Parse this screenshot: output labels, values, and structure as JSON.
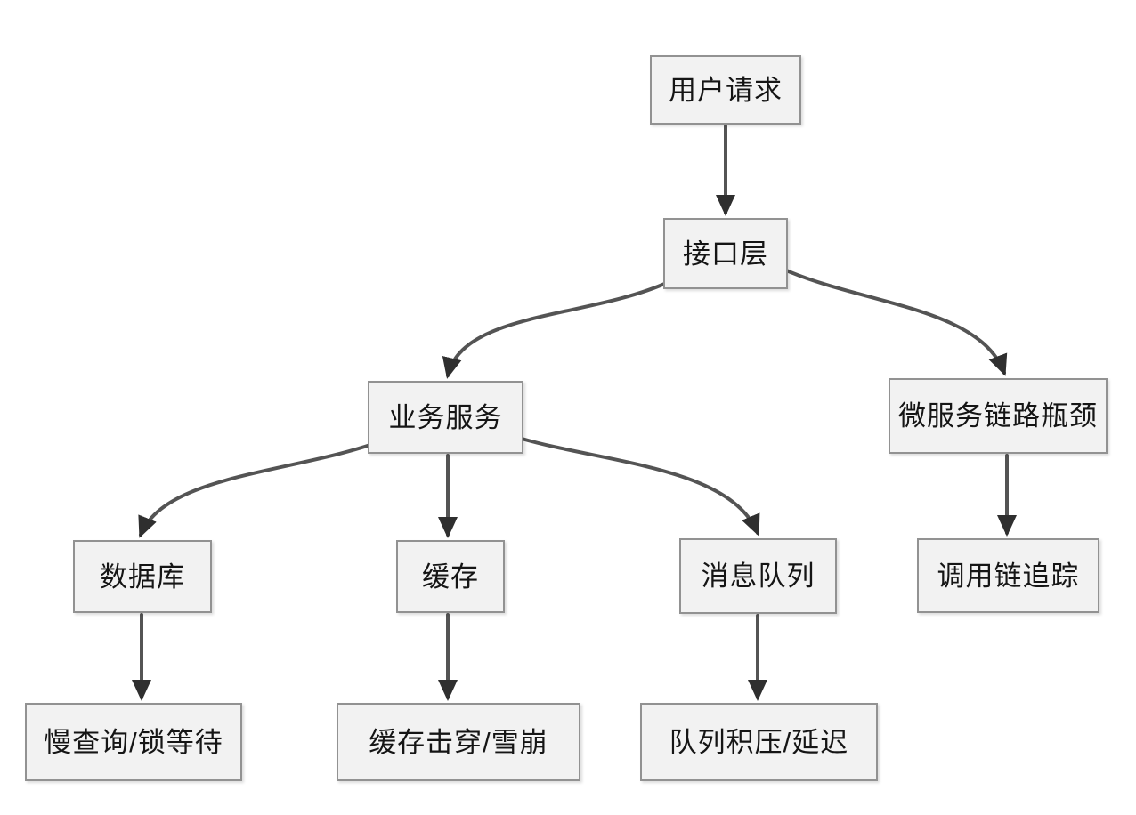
{
  "diagram": {
    "type": "flowchart",
    "background_color": "#ffffff",
    "node_fill_color": "#f2f2f2",
    "node_border_color": "#929292",
    "node_text_color": "#151515",
    "arrow_line_color": "#545454",
    "arrowhead_color": "#2f2f2f",
    "nodes": [
      {
        "id": "user-request",
        "label": "用户请求"
      },
      {
        "id": "interface-layer",
        "label": "接口层"
      },
      {
        "id": "business-service",
        "label": "业务服务"
      },
      {
        "id": "microservice-bottleneck",
        "label": "微服务链路瓶颈"
      },
      {
        "id": "database",
        "label": "数据库"
      },
      {
        "id": "cache",
        "label": "缓存"
      },
      {
        "id": "message-queue",
        "label": "消息队列"
      },
      {
        "id": "call-chain-tracing",
        "label": "调用链追踪"
      },
      {
        "id": "slow-query-lock-wait",
        "label": "慢查询/锁等待"
      },
      {
        "id": "cache-breakdown-avalanche",
        "label": "缓存击穿/雪崩"
      },
      {
        "id": "queue-backlog-delay",
        "label": "队列积压/延迟"
      }
    ],
    "edges": [
      {
        "from": "user-request",
        "to": "interface-layer"
      },
      {
        "from": "interface-layer",
        "to": "business-service"
      },
      {
        "from": "interface-layer",
        "to": "microservice-bottleneck"
      },
      {
        "from": "business-service",
        "to": "database"
      },
      {
        "from": "business-service",
        "to": "cache"
      },
      {
        "from": "business-service",
        "to": "message-queue"
      },
      {
        "from": "microservice-bottleneck",
        "to": "call-chain-tracing"
      },
      {
        "from": "database",
        "to": "slow-query-lock-wait"
      },
      {
        "from": "cache",
        "to": "cache-breakdown-avalanche"
      },
      {
        "from": "message-queue",
        "to": "queue-backlog-delay"
      }
    ]
  }
}
